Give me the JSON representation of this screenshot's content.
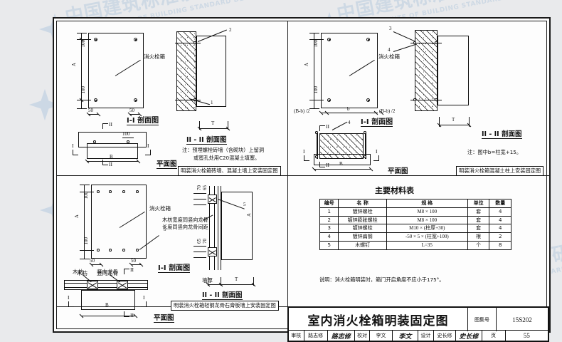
{
  "document": {
    "drawing_title": "室内消火栓箱明装固定图",
    "drawing_no_label": "图集号",
    "drawing_no": "15S202",
    "page_label": "页",
    "page_no": "55",
    "review_label": "审核",
    "review_name": "路志修",
    "review_sign": "路志修",
    "check_label": "校对",
    "check_name": "李文",
    "check_sign": "李文",
    "design_label": "设计",
    "design_name": "史长修",
    "design_sign": "史长修"
  },
  "watermark": {
    "cn": "中国建筑标准设计研究院",
    "en": "CHINA INSTITUTE OF BUILDING STANDARD DESIGN & RESEARCH"
  },
  "panel_tl": {
    "caption_section_1": "I-I 剖面图",
    "caption_section_2": "II - II 剖面图",
    "caption_plan": "平面图",
    "label_box": "消火栓箱",
    "dim_100_a": "100",
    "dim_100_b": "100",
    "dim_50_a": "50",
    "dim_50_b": "50",
    "dim_A": "A",
    "dim_B": "B",
    "dim_T": "T",
    "dim_100_plan": "100",
    "dim_100_sec": "100",
    "mark_I_a": "I",
    "mark_I_b": "I",
    "mark_II_a": "II",
    "mark_II_b": "II",
    "callout_1": "1",
    "callout_2": "2",
    "note_line1": "注：预埋螺栓砖墙（含砌块）上留洞",
    "note_line2": "或蜜孔处用C20混凝土填塞。",
    "strip_caption": "明装消火栓箱砖墙、混凝土墙上安装固定图"
  },
  "panel_tr": {
    "caption_section_1": "I-I 剖面图",
    "caption_section_2": "II - II 剖面图",
    "caption_plan": "平面图",
    "label_box": "消火栓箱",
    "dim_100_a": "100",
    "dim_100_b": "100",
    "dim_A": "A",
    "dim_b": "b",
    "dim_B": "B",
    "dim_T": "T",
    "dim_left": "(B-b) /2",
    "dim_right": "(B-b) /2",
    "mark_I_a": "I",
    "mark_I_b": "I",
    "mark_II_a": "II",
    "mark_II_b": "II",
    "callout_3": "3",
    "callout_4": "4",
    "callout_4b": "4",
    "note_line1": "注：图中b=柱宽+15。",
    "strip_caption": "明装消火栓箱混凝土柱上安装固定图"
  },
  "panel_bl": {
    "caption_section_1": "I-I 剖面图",
    "caption_section_2": "II - II 剖面图",
    "caption_plan": "平面图",
    "label_box": "消火栓箱",
    "label_timber": "木枋",
    "label_keel": "竖向龙骨",
    "label_timber_plan": "木枋",
    "label_keel_plan": "竖向龙骨",
    "note_line1": "木枋宽度同竖向龙骨，",
    "note_line2": "长度同竖向龙骨间距",
    "dim_100_a": "100",
    "dim_100_b": "100",
    "dim_50_a": "50",
    "dim_50_b": "50",
    "dim_A": "A",
    "dim_B": "B",
    "dim_T": "T",
    "dim_wall": "墙厚",
    "dim_70": "70",
    "dim_65": "65",
    "dim_65b": "65",
    "dim_70b": "70",
    "mark_I_a": "I",
    "mark_I_b": "I",
    "mark_II_a": "II",
    "mark_II_b": "II",
    "callout_5": "5",
    "callout_5b": "5",
    "strip_caption": "明装消火栓箱轻钢龙骨石膏板墙上安装固定图"
  },
  "material_table": {
    "title": "主要材料表",
    "headers": [
      "编号",
      "名  称",
      "规  格",
      "单位",
      "数量"
    ],
    "rows": [
      [
        "1",
        "镀锌螺栓",
        "M8 × 100",
        "套",
        "4"
      ],
      [
        "2",
        "镀锌膨胀螺栓",
        "M8 × 100",
        "套",
        "4"
      ],
      [
        "3",
        "镀锌螺栓",
        "M10 × (柱厚+30)",
        "套",
        "4"
      ],
      [
        "4",
        "镀锌扁钢",
        "-50 × 5 × (柱宽+100)",
        "根",
        "2"
      ],
      [
        "5",
        "木螺钉",
        "L=35",
        "个",
        "8"
      ]
    ],
    "note": "说明：消火栓箱明装时，箱门开启角度不应小于175°。"
  }
}
